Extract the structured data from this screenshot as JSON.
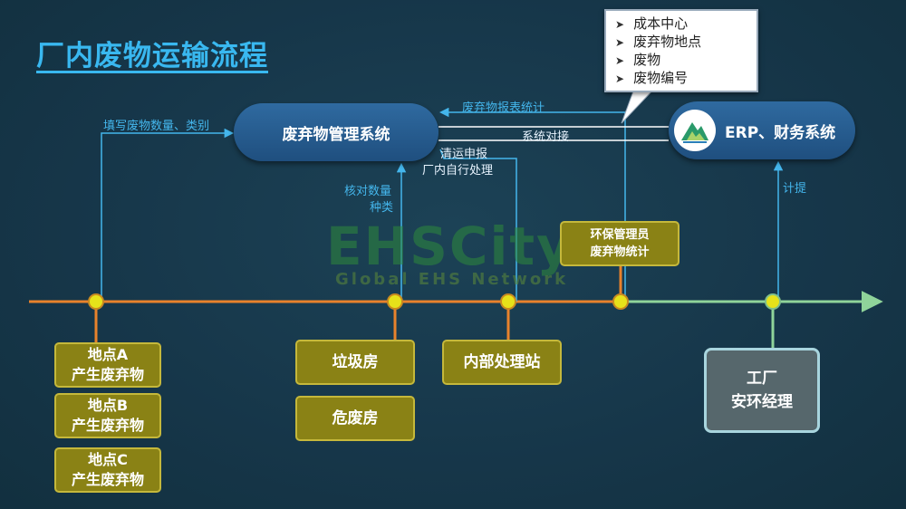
{
  "title": "厂内废物运输流程",
  "systems": {
    "waste": "废弃物管理系统",
    "erp": "ERP、财务系统"
  },
  "callout": {
    "items": [
      "成本中心",
      "废弃物地点",
      "废物",
      "废物编号"
    ]
  },
  "labels": {
    "fill_in": "填写废物数量、类别",
    "report_stats": "废弃物报表统计",
    "system_link": "系统对接",
    "clearance": "清运申报",
    "self_process": "厂内自行处理",
    "verify_qty": "核对数量",
    "verify_type": "种类",
    "accrual": "计提"
  },
  "env_admin": {
    "line1": "环保管理员",
    "line2": "废弃物统计"
  },
  "sources": [
    {
      "line1": "地点A",
      "line2": "产生废弃物"
    },
    {
      "line1": "地点B",
      "line2": "产生废弃物"
    },
    {
      "line1": "地点C",
      "line2": "产生废弃物"
    }
  ],
  "storage": {
    "garbage_room": "垃圾房",
    "hazardous_room": "危废房",
    "internal_station": "内部处理站"
  },
  "manager": {
    "line1": "工厂",
    "line2": "安环经理"
  },
  "watermark": {
    "main": "EHSCity",
    "sub": "Global EHS Network"
  },
  "colors": {
    "accent": "#39b8f0",
    "timeline_orange": "#e8822c",
    "timeline_green": "#8fd49a",
    "node_yellow": "#e6e21a",
    "box_olive": "#8a8215"
  }
}
